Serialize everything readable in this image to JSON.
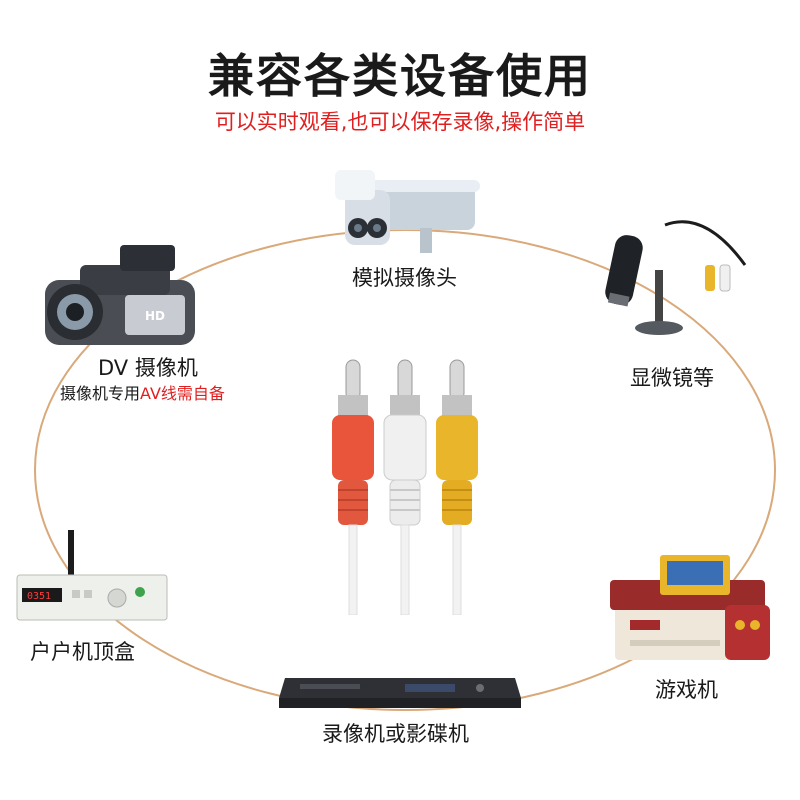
{
  "header": {
    "title": "兼容各类设备使用",
    "subtitle": "可以实时观看,也可以保存录像,操作简单"
  },
  "devices": {
    "camera": {
      "label": "模拟摄像头"
    },
    "dv": {
      "label": "DV 摄像机",
      "note_black": "摄像机专用",
      "note_red": "AV线需自备"
    },
    "microscope": {
      "label": "显微镜等"
    },
    "settop": {
      "label": "户户机顶盒",
      "display": "0351"
    },
    "dvd": {
      "label": "录像机或影碟机"
    },
    "console": {
      "label": "游戏机"
    }
  },
  "colors": {
    "accent_red": "#e02020",
    "plug_red": "#e8553a",
    "plug_white": "#f0f0f0",
    "plug_yellow": "#e9b52a",
    "ring": "#d9a97a"
  }
}
